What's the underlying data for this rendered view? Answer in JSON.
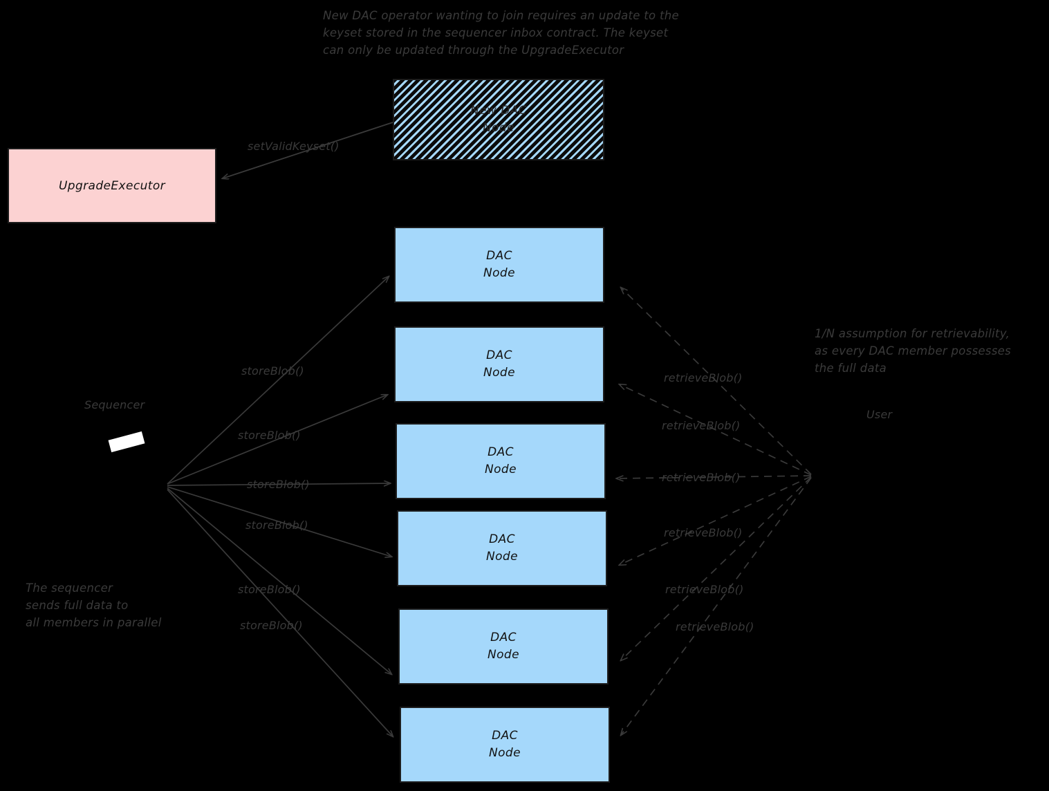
{
  "diagram": {
    "title_note_top": "New DAC operator wanting to join requires an update to the\nkeyset stored in the sequencer inbox contract. The keyset\ncan only be updated through the UpgradeExecutor",
    "note_right": "1/N assumption for retrievability,\nas every DAC member possesses\nthe full data",
    "note_bottom_left": "The sequencer\nsends full data to\nall members in parallel",
    "background_color": "#000000",
    "node_fill": "#a5d8fb",
    "executor_fill": "#fcd2d2",
    "stroke_color": "#1d1d1d",
    "text_color": "#3b3b3b"
  },
  "actors": {
    "sequencer_label": "Sequencer",
    "user_label": "User"
  },
  "new_node": {
    "line1": "New DAC",
    "line2": "Node"
  },
  "executor": {
    "label": "UpgradeExecutor"
  },
  "edges": {
    "set_valid_keyset": "setValidKeyset()",
    "store_blob": "storeBlob()",
    "retrieve_blob": "retrieveBlob()"
  },
  "dac_nodes": [
    {
      "line1": "DAC",
      "line2": "Node"
    },
    {
      "line1": "DAC",
      "line2": "Node"
    },
    {
      "line1": "DAC",
      "line2": "Node"
    },
    {
      "line1": "DAC",
      "line2": "Node"
    },
    {
      "line1": "DAC",
      "line2": "Node"
    },
    {
      "line1": "DAC",
      "line2": "Node"
    }
  ],
  "store_blob_labels": [
    "storeBlob()",
    "storeBlob()",
    "storeBlob()",
    "storeBlob()",
    "storeBlob()",
    "storeBlob()"
  ],
  "retrieve_blob_labels": [
    "retrieveBlob()",
    "retrieveBlob()",
    "retrieveBlob()",
    "retrieveBlob()",
    "retrieveBlob()",
    "retrieveBlob()"
  ]
}
